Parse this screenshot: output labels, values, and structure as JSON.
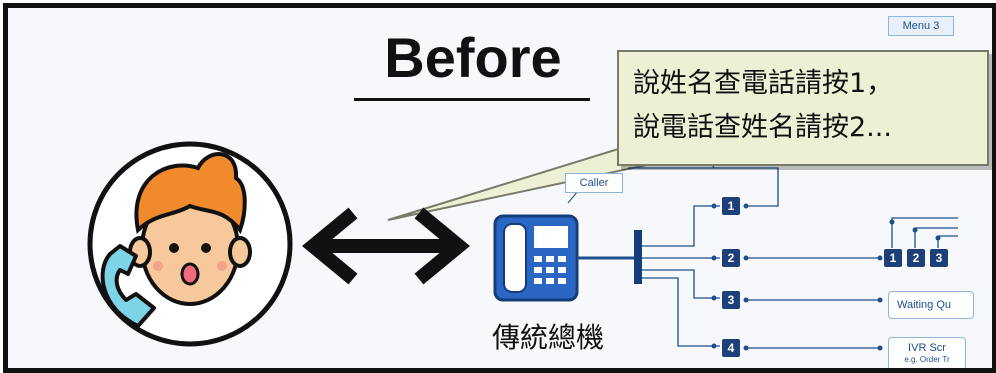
{
  "title": "Before",
  "menu_tag": "Menu 3",
  "caller_tag": "Caller",
  "speech_bubble": {
    "line1": "說姓名查電話請按1，",
    "line2": "說電話查姓名請按2..."
  },
  "pbx_label": "傳統總機",
  "menu_options": [
    "1",
    "2",
    "3",
    "4"
  ],
  "sub_keys": [
    "1",
    "2",
    "3"
  ],
  "waiting_queue_label": "Waiting Qu",
  "ivr_label": "IVR Scr",
  "ivr_sublabel": "e.g. Order Tr",
  "icons": [
    "caller-avatar-icon",
    "phone-handset-icon",
    "double-arrow-icon",
    "desk-phone-icon"
  ],
  "colors": {
    "frame": "#111111",
    "bubble": "#eef0d6",
    "line": "#1f4e8c",
    "key": "#1d3f7a",
    "hair": "#f08a2c",
    "face": "#f7c89b",
    "handset": "#7fd3e6"
  }
}
